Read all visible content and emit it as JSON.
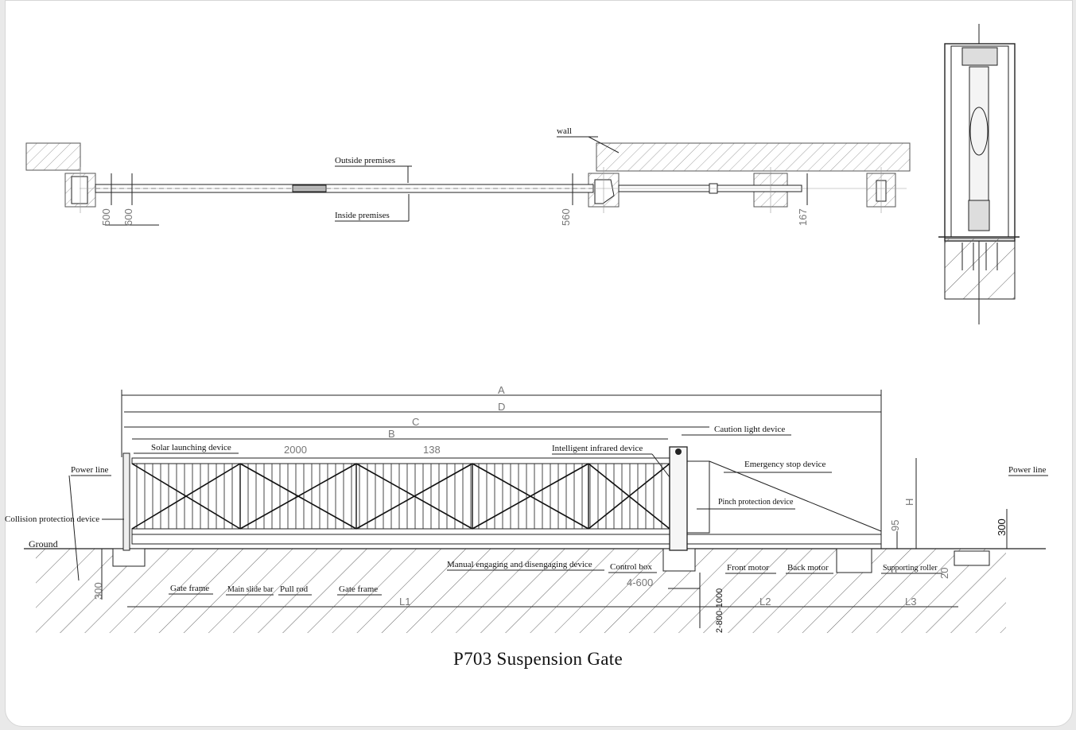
{
  "title": "P703 Suspension Gate",
  "plan": {
    "wall": "wall",
    "outside": "Outside premises",
    "inside": "Inside premises",
    "dims": [
      "500",
      "600",
      "560",
      "167"
    ]
  },
  "elevation": {
    "dim_top": [
      "A",
      "D",
      "C",
      "B"
    ],
    "dim_mid": [
      "2000",
      "138",
      "H",
      "95",
      "300"
    ],
    "dim_bottom": [
      "300",
      "4-600",
      "2-800-1000",
      "L1",
      "L2",
      "L3",
      "20"
    ],
    "labels": {
      "power_line_left": "Power line",
      "power_line_right": "Power line",
      "collision": "Collision protection device",
      "ground": "Ground",
      "solar": "Solar launching device",
      "infrared": "Intelligent infrared device",
      "caution": "Caution light device",
      "emergency": "Emergency stop device",
      "pinch": "Pinch protection device",
      "manual": "Manual engaging and disengaging device",
      "control_box": "Control box",
      "front_motor": "Front motor",
      "back_motor": "Back motor",
      "supporting_roller": "Supporting roller",
      "gate_frame_1": "Gate frame",
      "main_slide_bar": "Main slide bar",
      "pull_rod": "Pull rod",
      "gate_frame_2": "Gate frame"
    }
  }
}
